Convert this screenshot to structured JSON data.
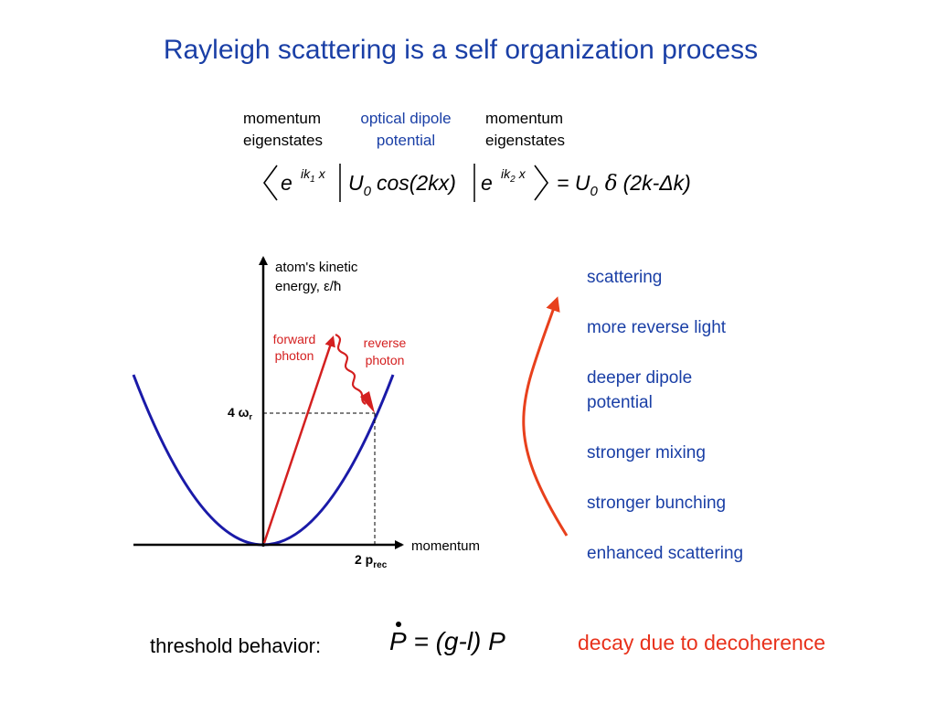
{
  "slide": {
    "title": "Rayleigh scattering is a self organization process"
  },
  "header_labels": {
    "left_line1": "momentum",
    "left_line2": "eigenstates",
    "middle_line1": "optical dipole",
    "middle_line2": "potential",
    "right_line1": "momentum",
    "right_line2": "eigenstates"
  },
  "formula": {
    "bra_e": "e",
    "bra_exp": "ik",
    "bra_exp_sub": "1",
    "bra_exp_x": "x",
    "op_U": "U",
    "op_U_sub": "0",
    "op_cos": "cos(",
    "op_arg": "2",
    "op_arg2": "kx)",
    "ket_e": "e",
    "ket_exp": "ik",
    "ket_exp_sub": "2",
    "ket_exp_x": "x",
    "equals": "= U",
    "rhs_sub": "0",
    "rhs_delta": "δ",
    "rhs_rest": "(2k-Δk)"
  },
  "diagram": {
    "y_axis_label_line1": "atom's kinetic",
    "y_axis_label_line2": "energy, ε/ħ",
    "x_axis_label": "momentum",
    "forward_label_line1": "forward",
    "forward_label_line2": "photon",
    "reverse_label_line1": "reverse",
    "reverse_label_line2": "photon",
    "energy_tick": "4 ω",
    "energy_tick_sub": "r",
    "momentum_tick": "2 p",
    "momentum_tick_sub": "rec",
    "colors": {
      "parabola": "#1a1aa8",
      "photon": "#d42020",
      "axis": "#000000"
    }
  },
  "feedback_loop": {
    "items": [
      "scattering",
      "more reverse light",
      "deeper dipole",
      "potential",
      "stronger mixing",
      "stronger bunching",
      "enhanced scattering"
    ],
    "arrow_color": "#e8401c"
  },
  "bottom": {
    "threshold_label": "threshold behavior:",
    "equation_p": "P",
    "equation_rest": " =  (g-l) P",
    "decay_label": "decay due to decoherence"
  }
}
